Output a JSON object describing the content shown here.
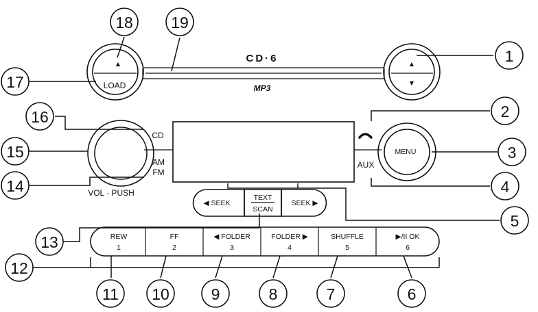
{
  "callouts": [
    "1",
    "2",
    "3",
    "4",
    "5",
    "6",
    "7",
    "8",
    "9",
    "10",
    "11",
    "12",
    "13",
    "14",
    "15",
    "16",
    "17",
    "18",
    "19"
  ],
  "labels": {
    "brand": "CD·6",
    "format": "MP3",
    "load": "LOAD",
    "eject_symbol": "▲",
    "up_symbol": "▲",
    "down_symbol": "▼",
    "cd": "CD",
    "am": "AM",
    "fm": "FM",
    "vol_push": "VOL · PUSH",
    "menu": "MENU",
    "aux": "AUX",
    "seek_left": "◀ SEEK",
    "seek_right": "SEEK ▶",
    "text": "TEXT",
    "scan": "SCAN"
  },
  "presets": [
    {
      "label": "REW",
      "number": "1"
    },
    {
      "label": "FF",
      "number": "2"
    },
    {
      "label": "◀ FOLDER",
      "number": "3"
    },
    {
      "label": "FOLDER ▶",
      "number": "4"
    },
    {
      "label": "SHUFFLE",
      "number": "5"
    },
    {
      "label": "▶/II  OK",
      "number": "6"
    }
  ]
}
